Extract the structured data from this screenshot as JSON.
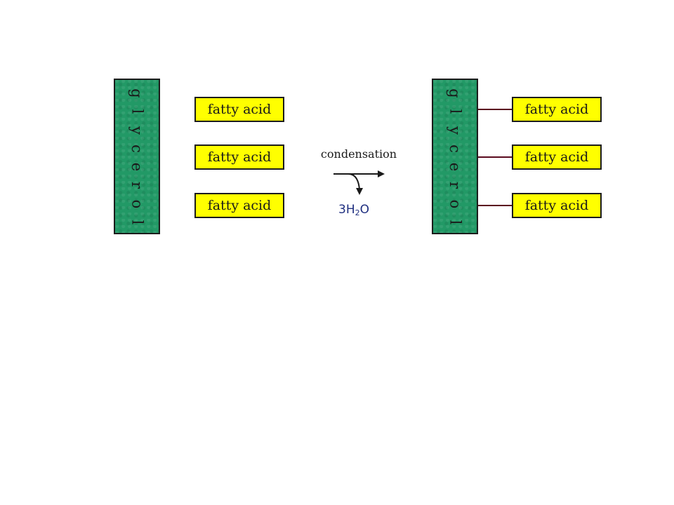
{
  "diagram": {
    "left": {
      "glycerol_letters": [
        "g",
        "l",
        "y",
        "c",
        "e",
        "r",
        "o",
        "l"
      ],
      "fatty_acids": [
        "fatty acid",
        "fatty acid",
        "fatty acid"
      ]
    },
    "reaction": {
      "label": "condensation",
      "byproduct_coefficient": "3H",
      "byproduct_subscript": "2",
      "byproduct_suffix": "O"
    },
    "right": {
      "glycerol_letters": [
        "g",
        "l",
        "y",
        "c",
        "e",
        "r",
        "o",
        "l"
      ],
      "fatty_acids": [
        "fatty acid",
        "fatty acid",
        "fatty acid"
      ]
    },
    "colors": {
      "glycerol": "#229966",
      "fatty_acid": "#ffff00",
      "bond": "#5a0a1e",
      "water_text": "#1f2f80"
    }
  }
}
